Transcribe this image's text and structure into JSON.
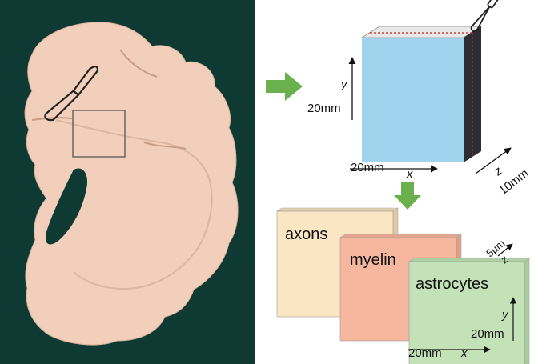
{
  "photo": {
    "background_color": "#0f3a33",
    "tissue_color": "#f1cfba",
    "selection_box_color": "#555555"
  },
  "block": {
    "front_color": "#9fd3ee",
    "top_color": "#e8e8e8",
    "side_color": "#2b2d33",
    "cut_line_color": "#cc2222",
    "y_axis_label": "y",
    "y_size_label": "20mm",
    "x_size_label": "20mm",
    "x_axis_label": "x",
    "z_axis_label": "z",
    "z_size_label": "10mm"
  },
  "arrows": {
    "color": "#6ab04c"
  },
  "layers": [
    {
      "label": "axons",
      "color": "#fbe6c4"
    },
    {
      "label": "myelin",
      "color": "#f7b79e"
    },
    {
      "label": "astrocytes",
      "color": "#c3e2b7"
    }
  ],
  "layer_axes": {
    "z_thickness_label": "5µm",
    "z_axis_label": "z",
    "y_axis_label": "y",
    "y_size_label": "20mm",
    "x_size_label": "20mm",
    "x_axis_label": "x"
  },
  "icons": {
    "scalpel_photo": "scalpel-icon",
    "scalpel_block": "scalpel-icon"
  }
}
